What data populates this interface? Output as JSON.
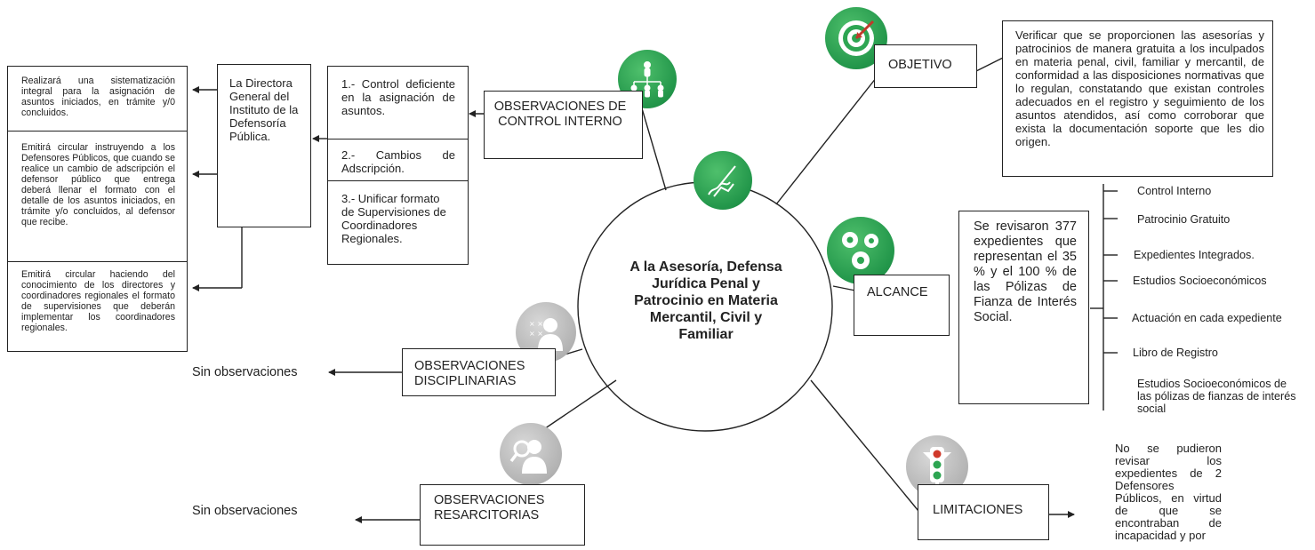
{
  "center": {
    "title": "A la Asesoría, Defensa Jurídica Penal y Patrocinio en Materia Mercantil, Civil y Familiar"
  },
  "objetivo": {
    "label": "OBJETIVO",
    "text": "Verificar que se proporcionen las asesorías y patrocinios de manera gratuita a los inculpados en materia penal, civil, familiar y mercantil, de conformidad a las disposiciones normativas que lo regulan, constatando que existan controles adecuados en el registro y seguimiento de los asuntos atendidos, así como corroborar que exista la documentación soporte que les dio origen."
  },
  "alcance": {
    "label": "ALCANCE",
    "text": "Se revisaron 377 expedientes que representan el 35 % y el 100 % de las Pólizas de Fianza de Interés Social.",
    "items": [
      "Control Interno",
      "Patrocinio Gratuito",
      "Expedientes Integrados.",
      "Estudios Socioeconómicos",
      "Actuación en cada expediente",
      "Libro de Registro",
      "Estudios Socioeconómicos de las pólizas de fianzas de interés social"
    ]
  },
  "limitaciones": {
    "label": "LIMITACIONES",
    "text": "No se pudieron revisar los expedientes de 2 Defensores Públicos, en virtud de que se encontraban de incapacidad y por"
  },
  "control_interno": {
    "label": "OBSERVACIONES DE CONTROL INTERNO",
    "observations": [
      "1.- Control deficiente en la asignación de asuntos.",
      "2.- Cambios de Adscripción.",
      "3.- Unificar formato de Supervisiones de Coordinadores Regionales."
    ],
    "responsible": "La Directora General del Instituto de la Defensoría Pública.",
    "actions": [
      "Realizará una sistematización integral para la asignación de asuntos iniciados, en trámite y/0 concluidos.",
      "Emitirá circular instruyendo a los Defensores Públicos, que cuando se realice un cambio de adscripción el defensor público que entrega deberá llenar el formato con el detalle de los asuntos iniciados, en trámite y/o concluidos, al defensor que recibe.",
      "Emitirá circular haciendo del conocimiento de los directores y coordinadores regionales el formato de supervisiones que deberán implementar los coordinadores regionales."
    ]
  },
  "disciplinarias": {
    "label": "OBSERVACIONES DISCIPLINARIAS",
    "result": "Sin observaciones"
  },
  "resarcitorias": {
    "label": "OBSERVACIONES RESARCITORIAS",
    "result": "Sin observaciones"
  },
  "icons": {
    "objetivo": "target-icon",
    "control_interno": "org-chart-icon",
    "center": "hand-writing-icon",
    "alcance": "gears-icon",
    "disciplinarias": "person-x-icon",
    "resarcitorias": "magnifier-person-icon",
    "limitaciones": "traffic-light-icon",
    "green": "#2da552",
    "grey": "#b8b8b8"
  }
}
